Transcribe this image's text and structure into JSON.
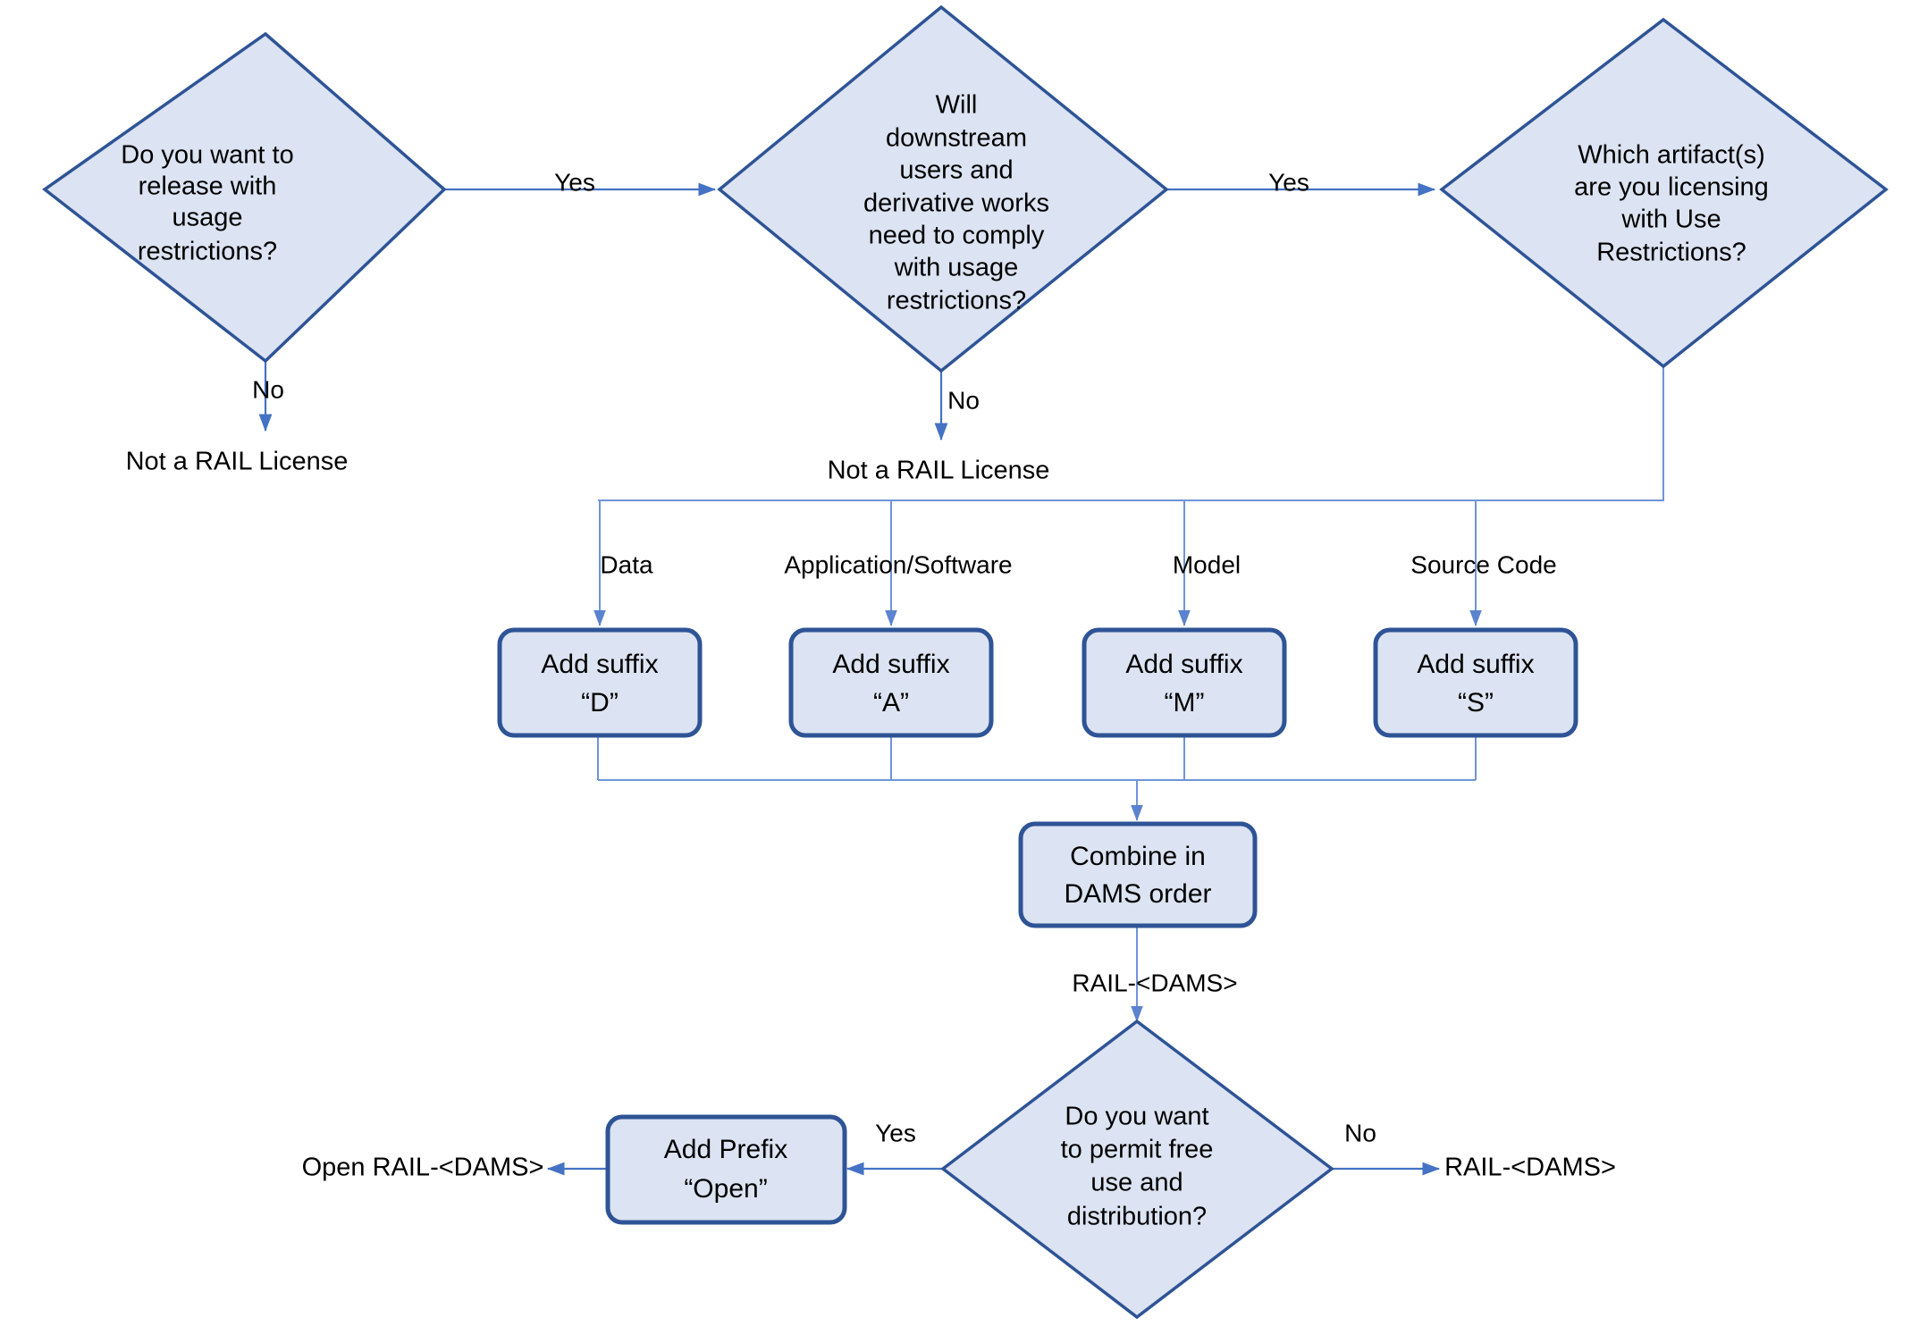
{
  "diagram": {
    "title": "RAIL License Naming Decision Flowchart",
    "colors": {
      "node_fill": "#dce3f2",
      "node_stroke": "#2e5496",
      "edge": "#4472c4",
      "edge_light": "#6f94d8",
      "text": "#000000",
      "background": "#ffffff"
    }
  },
  "nodes": {
    "d1": {
      "type": "decision",
      "lines": [
        "Do you want to",
        "release with",
        "usage",
        "restrictions?"
      ]
    },
    "d2": {
      "type": "decision",
      "lines": [
        "Will",
        "downstream",
        "users and",
        "derivative works",
        "need to comply",
        "with usage",
        "restrictions?"
      ]
    },
    "d3": {
      "type": "decision",
      "lines": [
        "Which artifact(s)",
        "are you licensing",
        "with Use",
        "Restrictions?"
      ]
    },
    "suffix_d": {
      "type": "process",
      "lines": [
        "Add suffix",
        "“D”"
      ]
    },
    "suffix_a": {
      "type": "process",
      "lines": [
        "Add suffix",
        "“A”"
      ]
    },
    "suffix_m": {
      "type": "process",
      "lines": [
        "Add suffix",
        "“M”"
      ]
    },
    "suffix_s": {
      "type": "process",
      "lines": [
        "Add suffix",
        "“S”"
      ]
    },
    "combine": {
      "type": "process",
      "lines": [
        "Combine in",
        "DAMS order"
      ]
    },
    "d4": {
      "type": "decision",
      "lines": [
        "Do you want",
        "to permit free",
        "use and",
        "distribution?"
      ]
    },
    "prefix_open": {
      "type": "process",
      "lines": [
        "Add Prefix",
        "“Open”"
      ]
    }
  },
  "terminals": {
    "not_rail_1": "Not a RAIL License",
    "not_rail_2": "Not a RAIL License",
    "open_rail_dams": "Open RAIL-<DAMS>",
    "rail_dams_out": "RAIL-<DAMS>"
  },
  "edge_labels": {
    "d1_yes": "Yes",
    "d1_no": "No",
    "d2_yes": "Yes",
    "d2_no": "No",
    "branch_data": "Data",
    "branch_app": "Application/Software",
    "branch_model": "Model",
    "branch_source": "Source Code",
    "combine_out": "RAIL-<DAMS>",
    "d4_yes": "Yes",
    "d4_no": "No"
  }
}
